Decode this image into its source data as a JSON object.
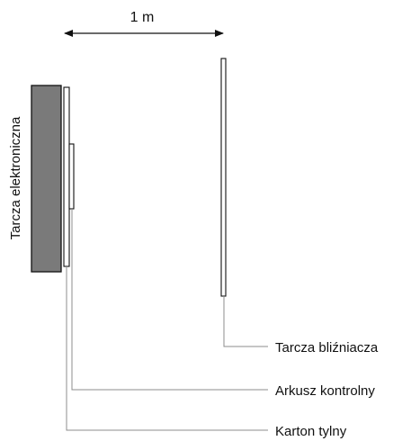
{
  "distance_label": "1 m",
  "labels": {
    "electronic_target": "Tarcza elektroniczna",
    "twin_target": "Tarcza bliźniacza",
    "control_sheet": "Arkusz kontrolny",
    "backing_card": "Karton tylny"
  },
  "colors": {
    "electronic_target_fill": "#7a7a7a",
    "outline": "#111111",
    "leader_line": "#8c8c8c"
  }
}
